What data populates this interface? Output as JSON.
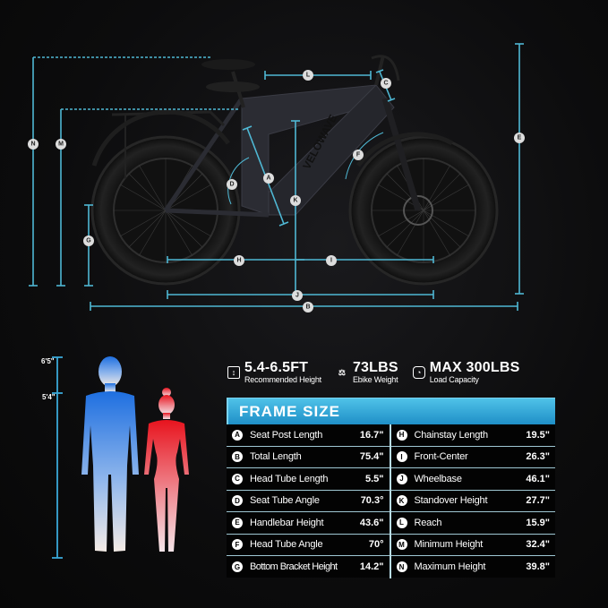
{
  "accent_color": "#4fb8d4",
  "diagram": {
    "dimension_letters": [
      "A",
      "B",
      "C",
      "D",
      "E",
      "F",
      "G",
      "H",
      "I",
      "J",
      "K",
      "L",
      "M",
      "N"
    ],
    "brand_on_frame": "VELOWAVE"
  },
  "height_scale": {
    "top_label": "6'5\"",
    "mid_label": "5'4\"",
    "figures": [
      {
        "name": "male-silhouette",
        "color_top": "#1e6fe0",
        "color_bottom": "#f5ece6"
      },
      {
        "name": "female-silhouette",
        "color_top": "#e8141e",
        "color_bottom": "#f5e4e8"
      }
    ]
  },
  "specs": [
    {
      "icon": "height-icon",
      "value": "5.4-6.5FT",
      "label": "Recommended Height"
    },
    {
      "icon": "weight-icon",
      "value": "73LBS",
      "label": "Ebike Weight"
    },
    {
      "icon": "gauge-icon",
      "value": "MAX 300LBS",
      "label": "Load Capacity"
    }
  ],
  "frame_size": {
    "title": "FRAME SIZE",
    "left": [
      {
        "letter": "A",
        "label": "Seat Post Length",
        "value": "16.7\""
      },
      {
        "letter": "B",
        "label": "Total Length",
        "value": "75.4\""
      },
      {
        "letter": "C",
        "label": "Head Tube Length",
        "value": "5.5\""
      },
      {
        "letter": "D",
        "label": "Seat Tube Angle",
        "value": "70.3°"
      },
      {
        "letter": "E",
        "label": "Handlebar Height",
        "value": "43.6\""
      },
      {
        "letter": "F",
        "label": "Head Tube Angle",
        "value": "70°"
      },
      {
        "letter": "G",
        "label": "Bottom Bracket Height",
        "value": "14.2\""
      }
    ],
    "right": [
      {
        "letter": "H",
        "label": "Chainstay Length",
        "value": "19.5\""
      },
      {
        "letter": "I",
        "label": "Front-Center",
        "value": "26.3\""
      },
      {
        "letter": "J",
        "label": "Wheelbase",
        "value": "46.1\""
      },
      {
        "letter": "K",
        "label": "Standover Height",
        "value": "27.7\""
      },
      {
        "letter": "L",
        "label": "Reach",
        "value": "15.9\""
      },
      {
        "letter": "M",
        "label": "Minimum Height",
        "value": "32.4\""
      },
      {
        "letter": "N",
        "label": "Maximum Height",
        "value": "39.8\""
      }
    ]
  }
}
